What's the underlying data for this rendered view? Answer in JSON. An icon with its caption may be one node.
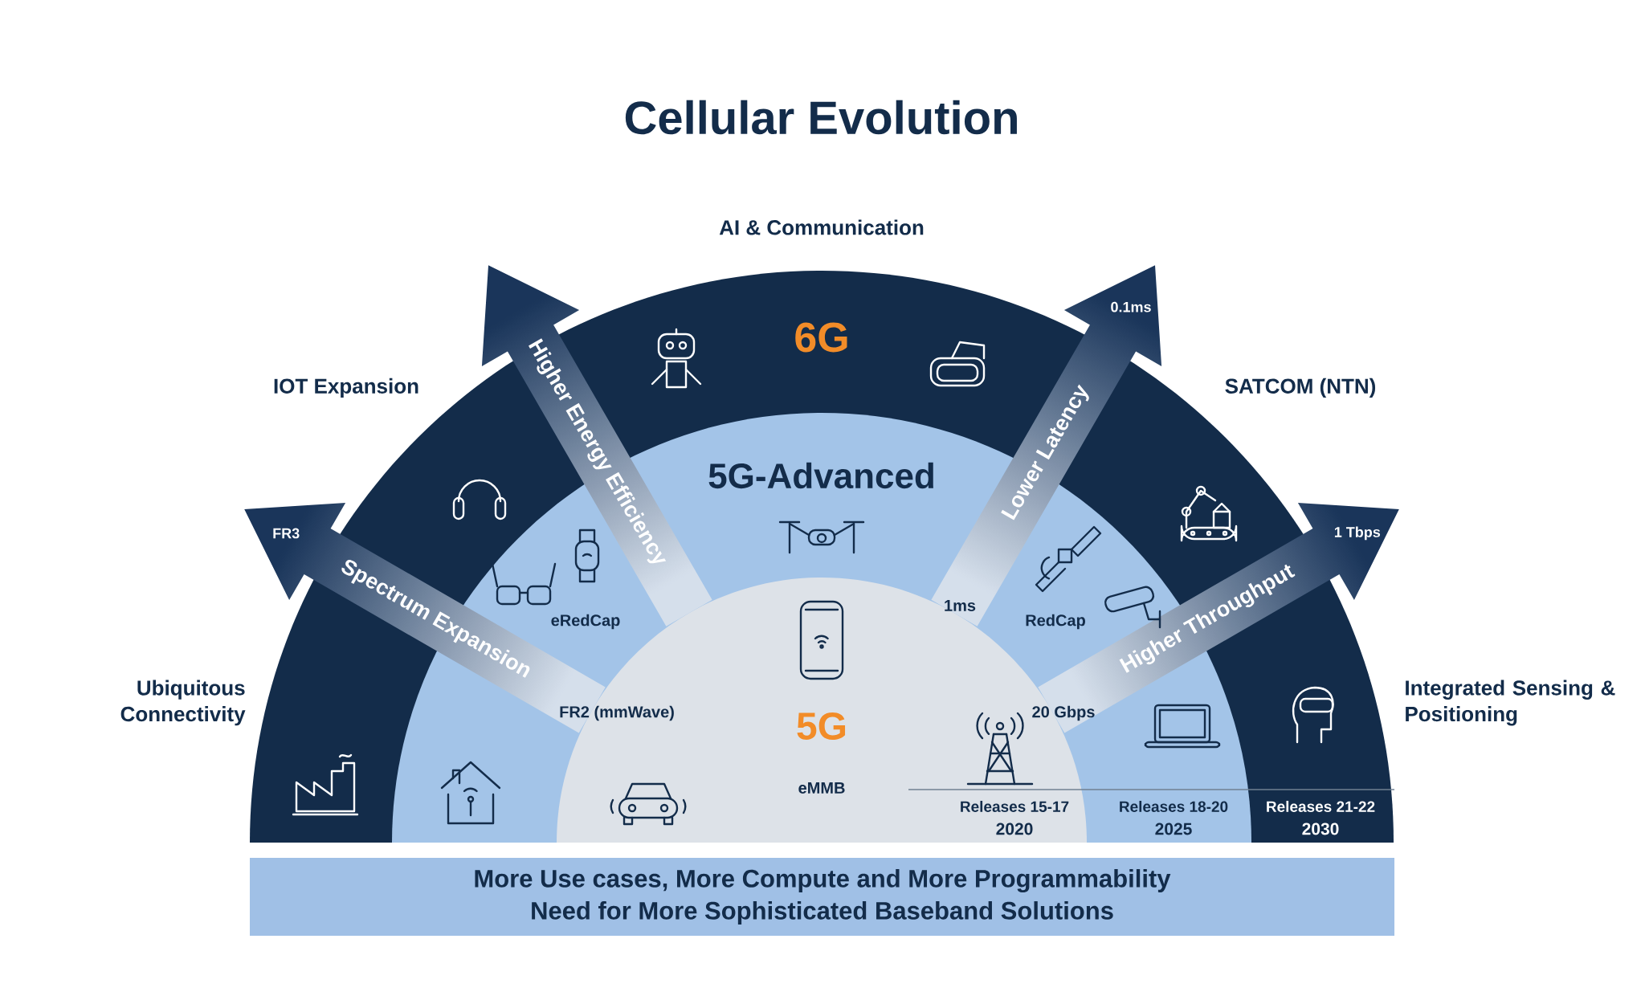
{
  "diagram": {
    "title": "Cellular Evolution",
    "nodes": [
      {
        "text": [
          "6G"
        ]
      },
      {
        "text": [
          "5G-Advanced"
        ],
        "in": 0
      },
      {
        "text": [
          "5G",
          "eMMB"
        ],
        "in": 1
      },
      {
        "text": [
          "More Use cases, More Compute and More Programmability",
          "Need for More Sophisticated Baseband Solutions"
        ]
      }
    ],
    "labels": [
      "AI & Communication",
      "IOT Expansion",
      "SATCOM (NTN)",
      "Ubiquitous Connectivity",
      "Integrated Sensing & Positioning",
      "Higher Energy Efficiency",
      "Lower Latency",
      "Spectrum Expansion",
      "Higher Throughput",
      "FR3",
      "0.1ms",
      "1 Tbps",
      "eRedCap",
      "RedCap",
      "1ms",
      "FR2 (mmWave)",
      "20 Gbps",
      "Releases 15-17",
      "2020",
      "Releases 18-20",
      "2025",
      "Releases 21-22",
      "2030"
    ]
  }
}
